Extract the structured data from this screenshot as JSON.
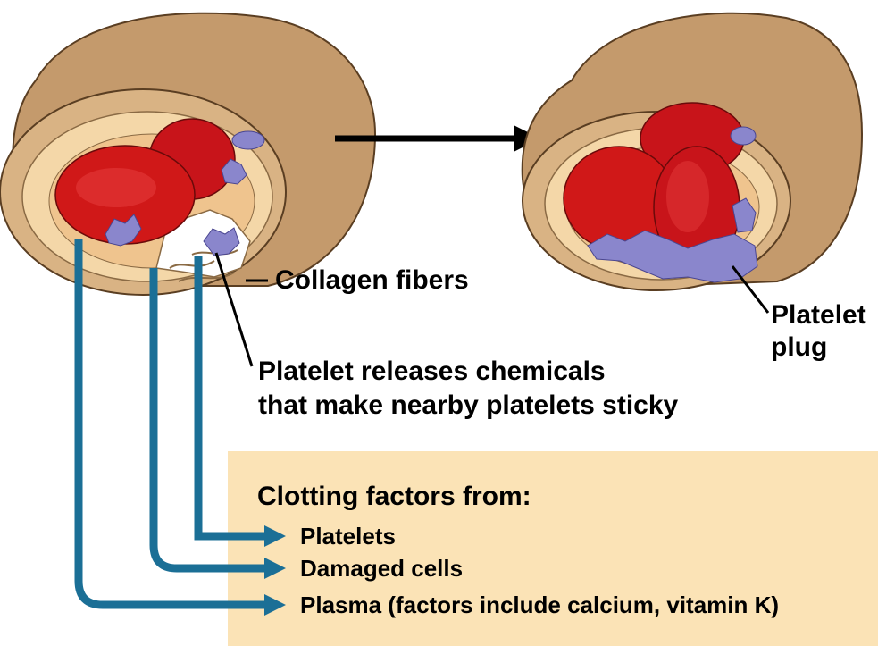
{
  "labels": {
    "collagen": "Collagen fibers",
    "platelet_plug_line1": "Platelet",
    "platelet_plug_line2": "plug",
    "releases_line1": "Platelet releases chemicals",
    "releases_line2": "that make nearby platelets sticky"
  },
  "clotting_box": {
    "heading": "Clotting factors from:",
    "items": [
      "Platelets",
      "Damaged cells",
      "Plasma (factors include calcium, vitamin K)"
    ]
  },
  "colors": {
    "vessel_outer": "#c49a6c",
    "vessel_inner": "#f4d7a8",
    "red_cell": "#d01818",
    "platelet": "#8a86cc",
    "arrow_blue": "#1b6f96",
    "box_fill": "#fbe3b6"
  }
}
